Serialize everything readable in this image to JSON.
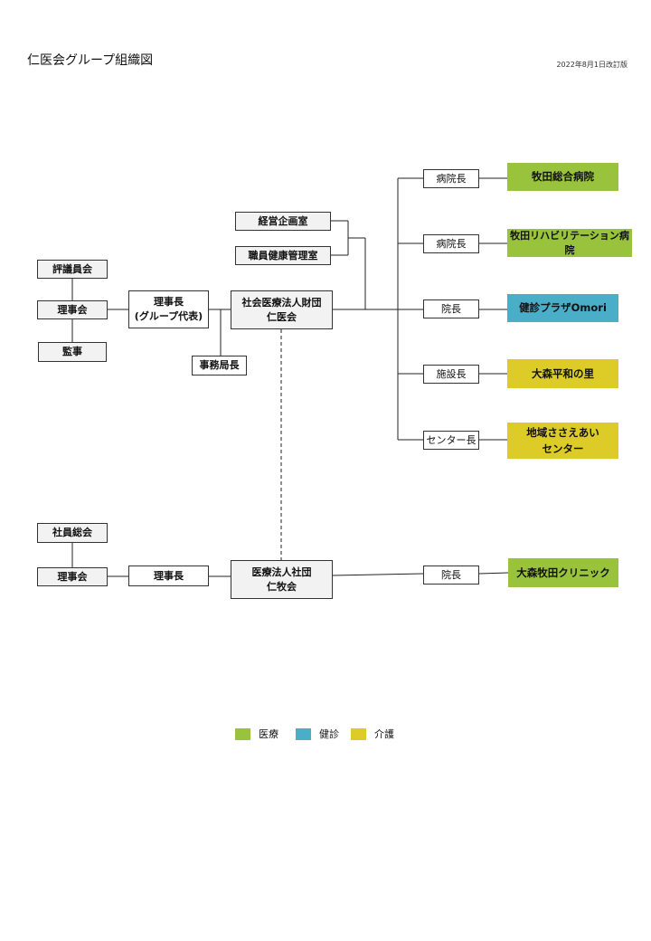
{
  "header": {
    "title": "仁医会グループ組織図",
    "revised": "2022年8月1日改訂版"
  },
  "colors": {
    "medical": "#99c33c",
    "checkup": "#4aaec8",
    "care": "#ddcc27"
  },
  "group1": {
    "hyogiinkai": "評議員会",
    "rijikai": "理事会",
    "kanji": "監事",
    "rijicho_line1": "理事長",
    "rijicho_line2": "(グループ代表)",
    "jimukyokucho": "事務局長",
    "keiei": "経営企画室",
    "shokuin": "職員健康管理室",
    "org_line1": "社会医療法人財団",
    "org_line2": "仁医会",
    "roles": [
      "病院長",
      "病院長",
      "院長",
      "施設長",
      "センター長"
    ],
    "facilities": [
      {
        "name": "牧田総合病院",
        "category": "medical"
      },
      {
        "name": "牧田リハビリテーション病院",
        "category": "medical"
      },
      {
        "name": "健診プラザOmori",
        "category": "checkup"
      },
      {
        "name": "大森平和の里",
        "category": "care"
      },
      {
        "name_line1": "地域ささえあい",
        "name_line2": "センター",
        "category": "care"
      }
    ]
  },
  "group2": {
    "shain_sokai": "社員総会",
    "rijikai": "理事会",
    "rijicho": "理事長",
    "org_line1": "医療法人社団",
    "org_line2": "仁牧会",
    "role": "院長",
    "facility": {
      "name": "大森牧田クリニック",
      "category": "medical"
    }
  },
  "legend": [
    {
      "label": "医療",
      "color": "#99c33c"
    },
    {
      "label": "健診",
      "color": "#4aaec8"
    },
    {
      "label": "介護",
      "color": "#ddcc27"
    }
  ]
}
